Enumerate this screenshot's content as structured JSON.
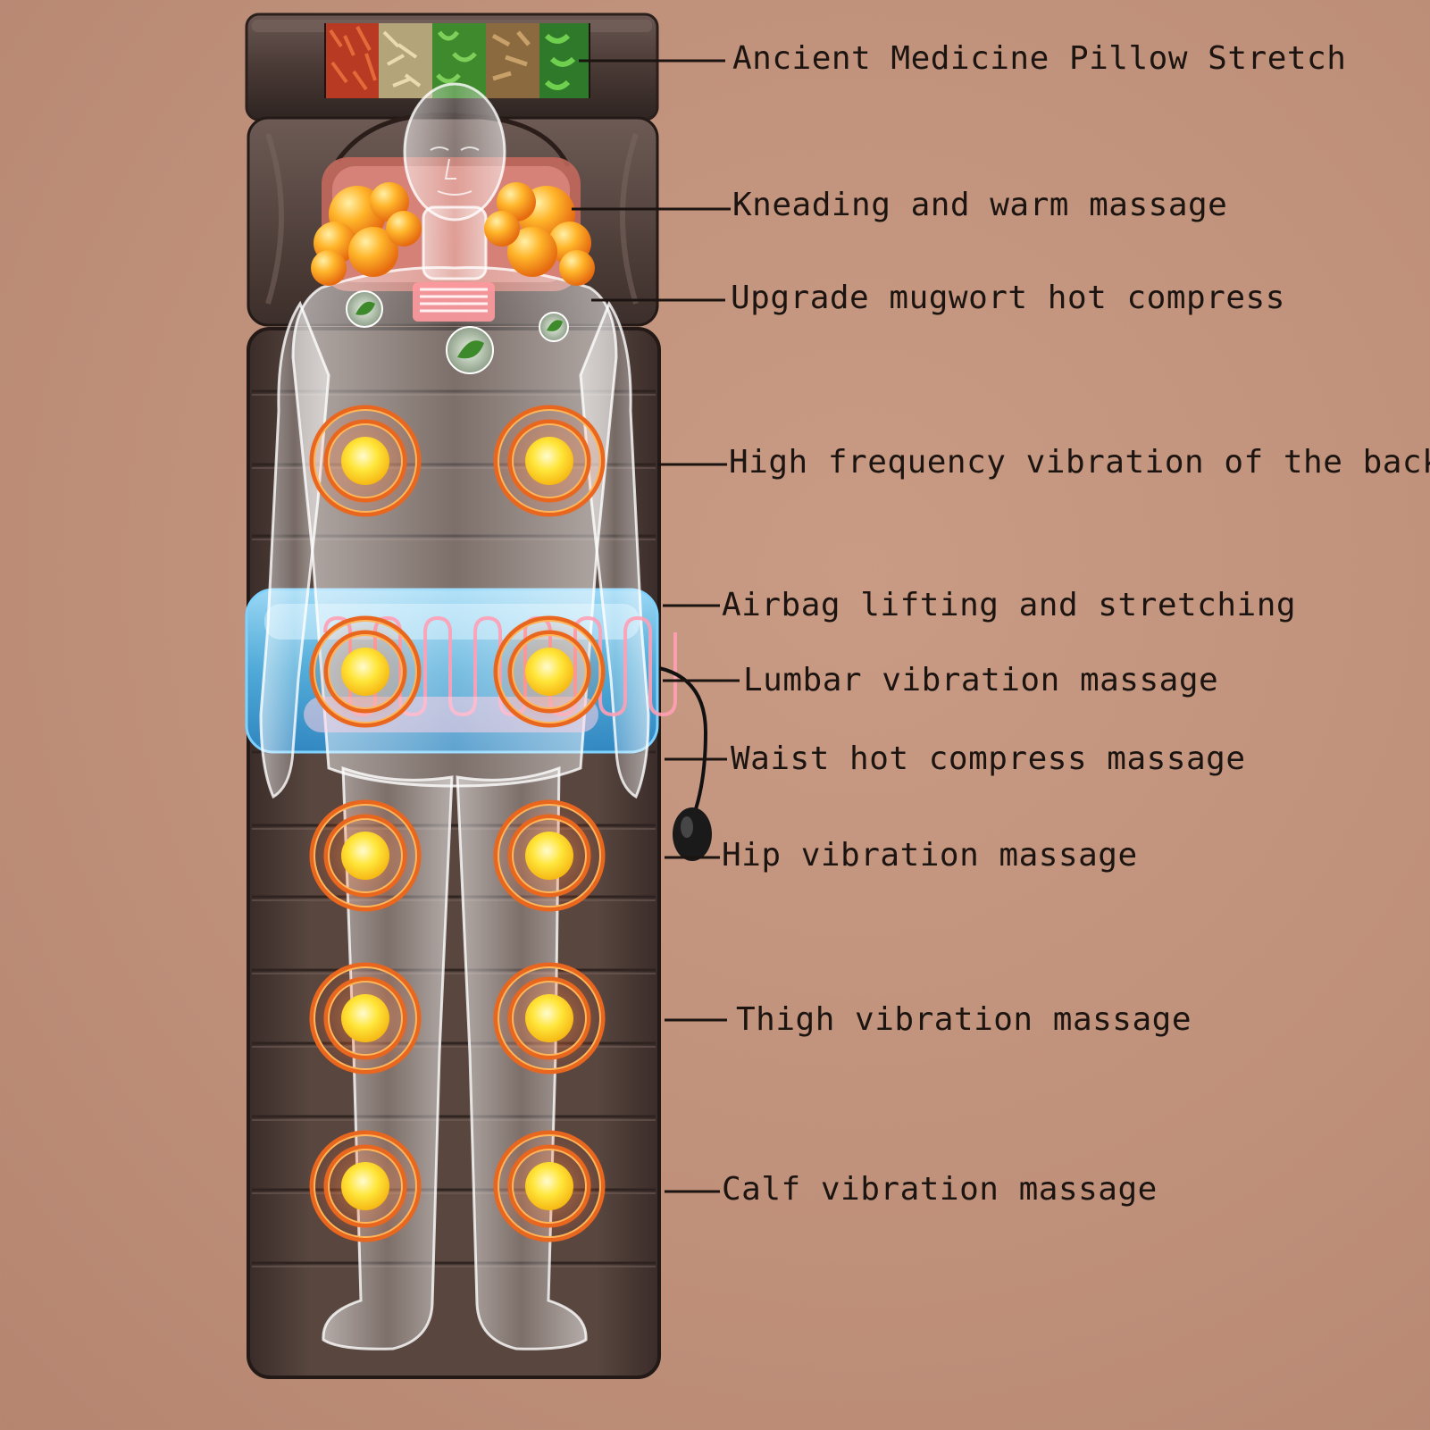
{
  "colors": {
    "background": "#c29580",
    "mat": "#4a3a35",
    "mat_edge": "#2a1f1c",
    "vibration_core": "#ffe233",
    "vibration_ring": "#e8661e",
    "airbag": "#5fc0ee",
    "heater": "#ff9aa8",
    "kneading": "#ffa11f",
    "leader_line": "#1b1410"
  },
  "labels": {
    "pillow": "Ancient Medicine Pillow Stretch",
    "kneading": "Kneading and warm massage",
    "mugwort": "Upgrade mugwort hot compress",
    "back": "High frequency vibration of the back",
    "airbag": "Airbag lifting and stretching",
    "lumbar": "Lumbar vibration massage",
    "waist": "Waist hot compress massage",
    "hip": "Hip vibration massage",
    "thigh": "Thigh vibration massage",
    "calf": "Calf vibration massage"
  },
  "icons": {
    "herb_compress": "herb-leaf-icon",
    "hand_pump": "air-pump-bulb-icon"
  }
}
